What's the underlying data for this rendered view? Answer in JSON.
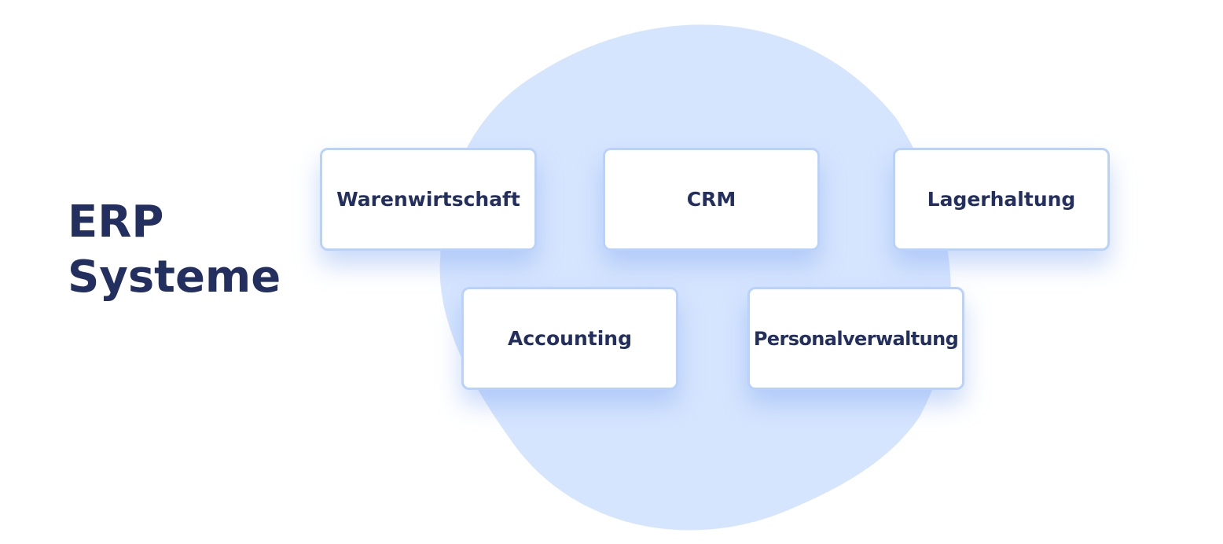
{
  "title": {
    "line1": "ERP",
    "line2": "Systeme"
  },
  "modules": {
    "warenwirtschaft": "Warenwirtschaft",
    "crm": "CRM",
    "lagerhaltung": "Lagerhaltung",
    "accounting": "Accounting",
    "personalverwaltung": "Personalverwaltung"
  },
  "colors": {
    "text": "#232f5f",
    "blob": "#d6e5fe",
    "card_border": "#b9d2fb"
  }
}
